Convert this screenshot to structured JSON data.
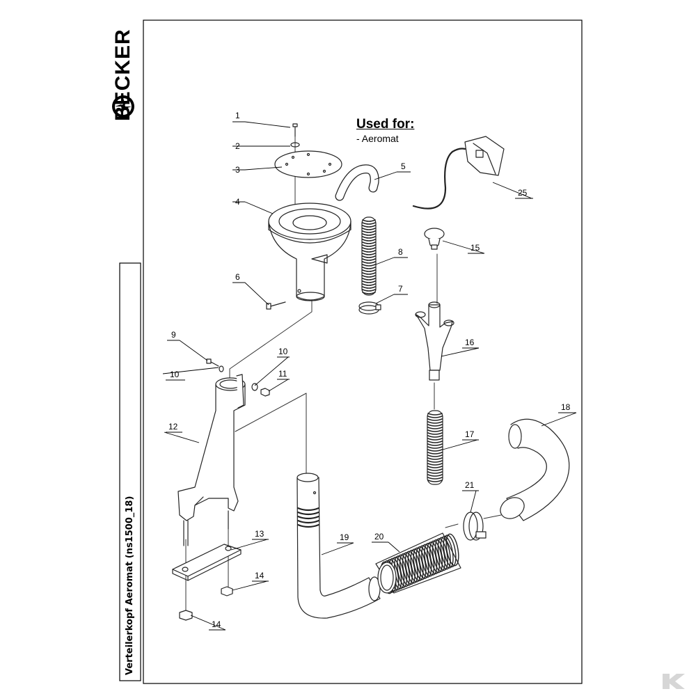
{
  "brand": {
    "name": "BECKER",
    "logo_icon": "becker-fan-logo-icon"
  },
  "sheet": {
    "title": "Verteilerkopf Aeromat (ns1500_18)"
  },
  "used_for": {
    "title": "Used for:",
    "items": [
      "- Aeromat"
    ]
  },
  "callouts": [
    {
      "id": "c1",
      "label": "1"
    },
    {
      "id": "c2",
      "label": "2"
    },
    {
      "id": "c3",
      "label": "3"
    },
    {
      "id": "c4",
      "label": "4"
    },
    {
      "id": "c5",
      "label": "5"
    },
    {
      "id": "c6",
      "label": "6"
    },
    {
      "id": "c7",
      "label": "7"
    },
    {
      "id": "c8",
      "label": "8"
    },
    {
      "id": "c9",
      "label": "9"
    },
    {
      "id": "c10a",
      "label": "10"
    },
    {
      "id": "c10b",
      "label": "10"
    },
    {
      "id": "c11",
      "label": "11"
    },
    {
      "id": "c12",
      "label": "12"
    },
    {
      "id": "c13",
      "label": "13"
    },
    {
      "id": "c14a",
      "label": "14"
    },
    {
      "id": "c14b",
      "label": "14"
    },
    {
      "id": "c15",
      "label": "15"
    },
    {
      "id": "c16",
      "label": "16"
    },
    {
      "id": "c17",
      "label": "17"
    },
    {
      "id": "c18",
      "label": "18"
    },
    {
      "id": "c19",
      "label": "19"
    },
    {
      "id": "c20",
      "label": "20"
    },
    {
      "id": "c21",
      "label": "21"
    },
    {
      "id": "c25",
      "label": "25"
    }
  ],
  "watermark_icon": "k-watermark-icon"
}
